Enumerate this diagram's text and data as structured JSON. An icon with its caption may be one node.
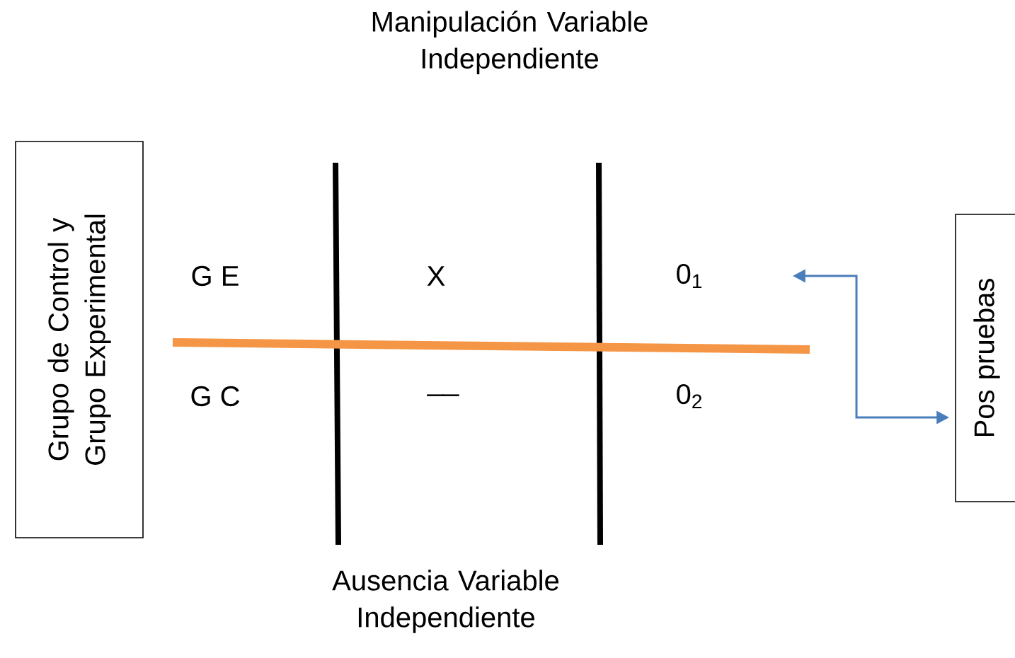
{
  "diagram": {
    "nodes": [
      {
        "text": [
          "Grupo de Control y Grupo Experimental"
        ]
      },
      {
        "text": [
          "Pos pruebas"
        ]
      },
      {
        "text": [
          "0$_{1}$"
        ]
      }
    ],
    "edges": [
      {
        "from": 2,
        "to": 1,
        "arrow": "both",
        "color": "#4a7ebb"
      }
    ],
    "labels": [
      "Manipulación Variable Independiente",
      "G E",
      "X",
      "G C",
      "__",
      "0$_{2}$",
      "Ausencia Variable Independiente"
    ]
  }
}
